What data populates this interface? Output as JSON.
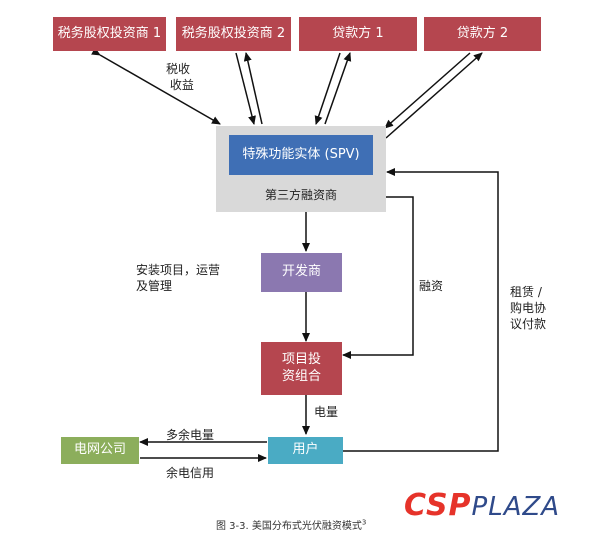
{
  "top_boxes": {
    "investor1": "税务股权投资商 1",
    "investor2": "税务股权投资商 2",
    "lender1": "贷款方 1",
    "lender2": "贷款方 2"
  },
  "spv": {
    "label": "特殊功能实体 (SPV)",
    "sublabel": "第三方融资商"
  },
  "developer": "开发商",
  "portfolio": "项目投\n资组合",
  "user": "用户",
  "grid_company": "电网公司",
  "labels": {
    "tax_income": "税收\n 收益",
    "install": "安装项目，运营\n及管理",
    "financing": "融资",
    "lease": "租赁 /\n购电协\n议付款",
    "electricity": "电量",
    "surplus": "多余电量",
    "credit": "余电信用"
  },
  "caption": "图 3-3. 美国分布式光伏融资模式",
  "caption_sup": "3",
  "logo": {
    "csp": "CSP",
    "plaza": "PLAZA"
  },
  "colors": {
    "red": "#b5464f",
    "spv_bg": "#d9d9d9",
    "spv_inner": "#3f6fb5",
    "developer": "#8b78b0",
    "user": "#4aabc4",
    "grid": "#8cae5c"
  }
}
